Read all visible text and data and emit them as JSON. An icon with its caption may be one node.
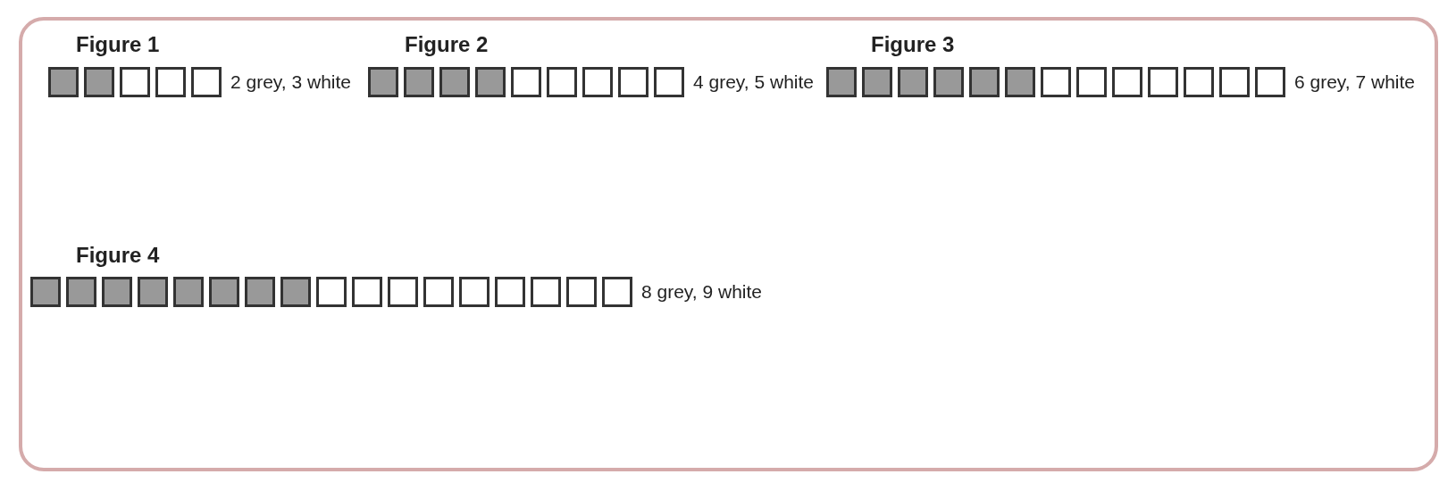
{
  "diagram": {
    "labels": [
      "Figure 1",
      "2 grey, 3 white",
      "Figure 2",
      "4 grey, 5 white",
      "Figure 3",
      "6 grey, 7 white",
      "Figure 4",
      "8 grey, 9 white"
    ]
  }
}
